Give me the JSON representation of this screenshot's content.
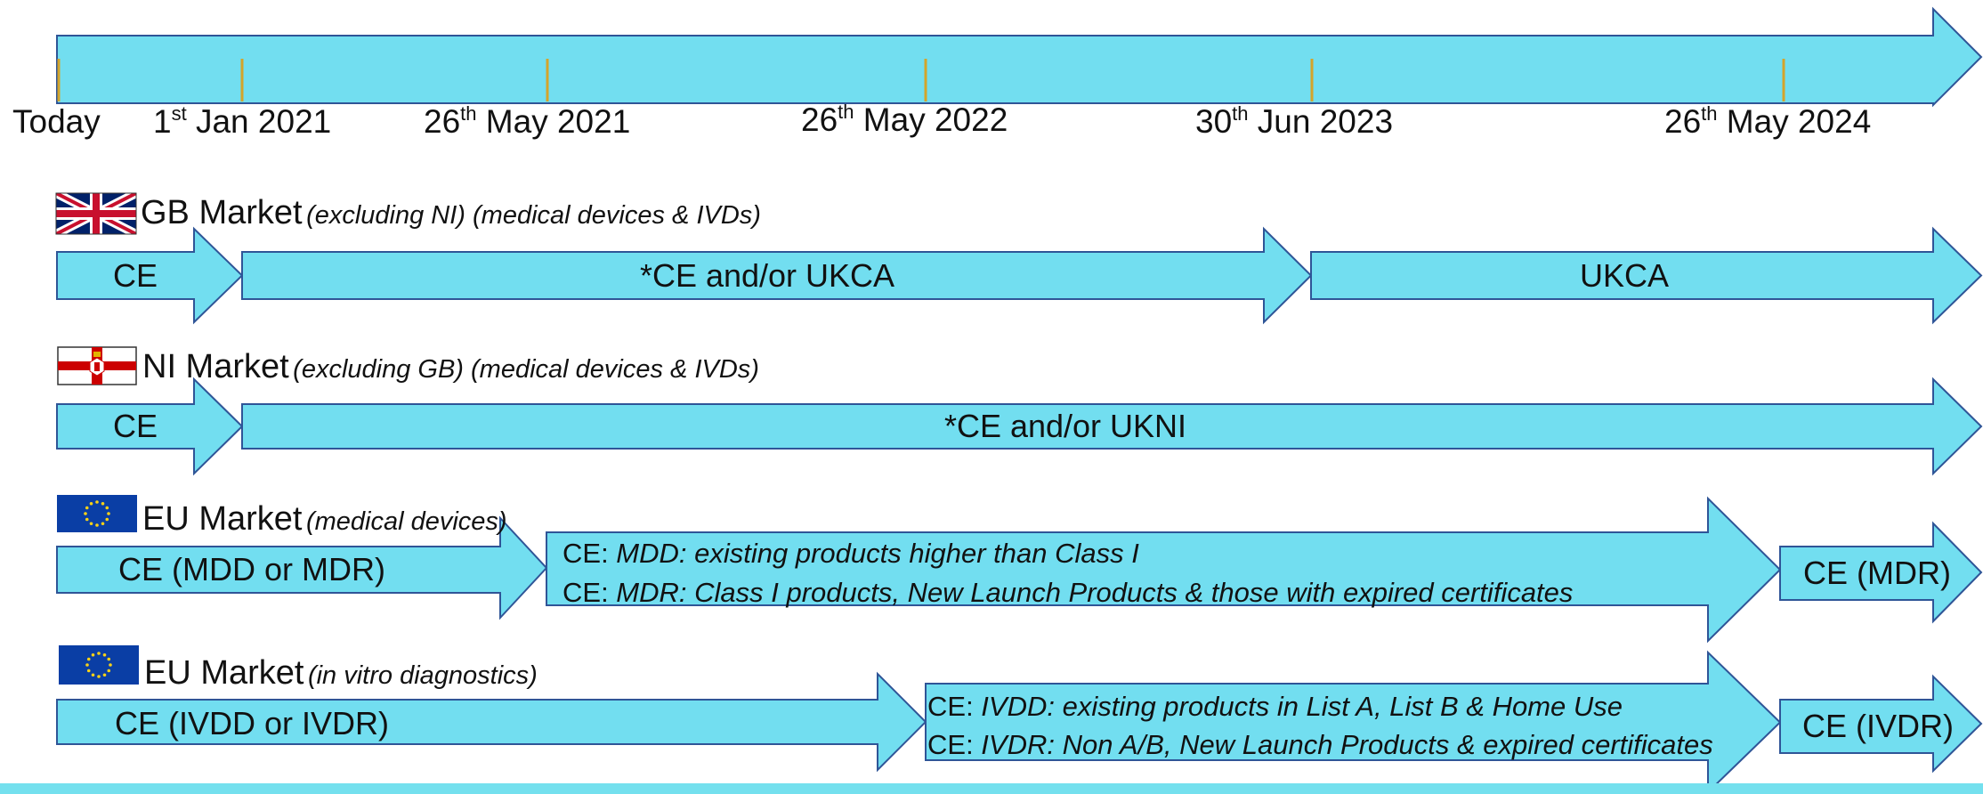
{
  "colors": {
    "arrow_fill": "#72def0",
    "arrow_stroke": "#2f5597",
    "tick": "#d4a42a",
    "eu_flag_blue": "#0a3ea5",
    "eu_star": "#f7d117"
  },
  "timeline": {
    "dates": [
      {
        "pre": "Today",
        "sup": "",
        "post": ""
      },
      {
        "pre": "1",
        "sup": "st",
        "post": " Jan 2021"
      },
      {
        "pre": "26",
        "sup": "th",
        "post": " May 2021"
      },
      {
        "pre": "26",
        "sup": "th",
        "post": " May 2022"
      },
      {
        "pre": "30",
        "sup": "th",
        "post": " Jun 2023"
      },
      {
        "pre": "26",
        "sup": "th",
        "post": " May 2024"
      }
    ]
  },
  "gb": {
    "flag_icon": "union-jack-flag-icon",
    "title": "GB Market",
    "subtitle": "(excluding NI) (medical devices & IVDs)",
    "arrows": [
      "CE",
      "*CE and/or UKCA",
      "UKCA"
    ]
  },
  "ni": {
    "flag_icon": "ulster-banner-flag-icon",
    "title": "NI Market",
    "subtitle": "(excluding GB) (medical devices & IVDs)",
    "arrows": [
      "CE",
      "*CE and/or UKNI"
    ]
  },
  "eu_md": {
    "flag_icon": "eu-flag-icon",
    "title": "EU Market",
    "subtitle": "(medical devices)",
    "arrow1": "CE (MDD or MDR)",
    "arrow2_line1_prefix": "CE: ",
    "arrow2_line1_italic": "MDD: existing products higher than Class I",
    "arrow2_line2_prefix": "CE: ",
    "arrow2_line2_italic": "MDR: Class I products, New Launch Products & those with expired certificates",
    "arrow3": "CE (MDR)"
  },
  "eu_ivd": {
    "flag_icon": "eu-flag-icon",
    "title": "EU Market",
    "subtitle": "(in vitro diagnostics)",
    "arrow1": "CE (IVDD or IVDR)",
    "arrow2_line1_prefix": "CE: ",
    "arrow2_line1_italic": "IVDD: existing products in List A, List B & Home Use",
    "arrow2_line2_prefix": "CE: ",
    "arrow2_line2_italic": "IVDR: Non A/B, New Launch Products & expired certificates",
    "arrow3": "CE (IVDR)"
  }
}
